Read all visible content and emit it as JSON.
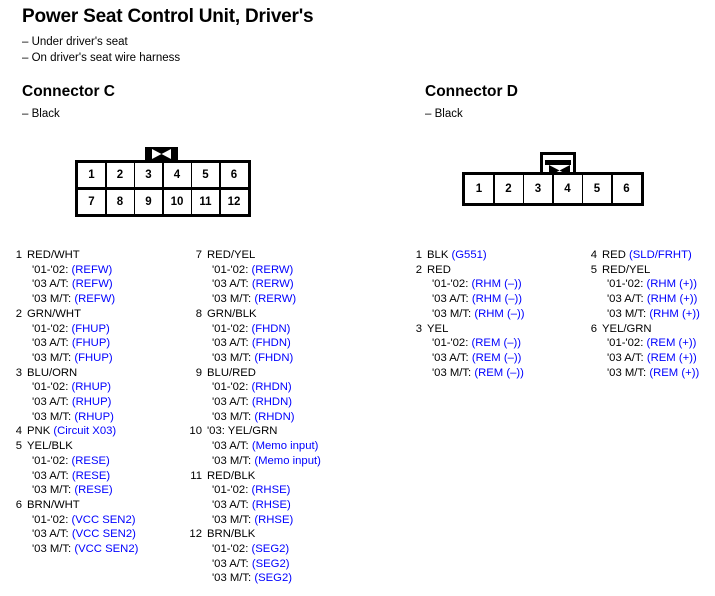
{
  "header": {
    "title": "Power Seat Control Unit, Driver's",
    "notes": [
      "– Under driver's seat",
      "– On driver's seat wire harness"
    ]
  },
  "accent_color": "#0000ff",
  "connectors": [
    {
      "id": "C",
      "heading": "Connector C",
      "color_note": "– Black",
      "layout": "2x6",
      "rows": [
        [
          "1",
          "2",
          "3",
          "4",
          "5",
          "6"
        ],
        [
          "7",
          "8",
          "9",
          "10",
          "11",
          "12"
        ]
      ],
      "tab_icon": "bowtie-latch-icon"
    },
    {
      "id": "D",
      "heading": "Connector D",
      "color_note": "– Black",
      "layout": "1x6",
      "rows": [
        [
          "1",
          "2",
          "3",
          "4",
          "5",
          "6"
        ]
      ],
      "tab_icon": "bowtie-latch-icon"
    }
  ],
  "pin_columns": [
    {
      "column": 1,
      "entries": [
        {
          "num": "1",
          "wire": "RED/WHT",
          "variants": [
            {
              "model": "'01-'02:",
              "circuit": "(REFW)"
            },
            {
              "model": "'03 A/T:",
              "circuit": "(REFW)"
            },
            {
              "model": "'03 M/T:",
              "circuit": "(REFW)"
            }
          ]
        },
        {
          "num": "2",
          "wire": "GRN/WHT",
          "variants": [
            {
              "model": "'01-'02:",
              "circuit": "(FHUP)"
            },
            {
              "model": "'03 A/T:",
              "circuit": "(FHUP)"
            },
            {
              "model": "'03 M/T:",
              "circuit": "(FHUP)"
            }
          ]
        },
        {
          "num": "3",
          "wire": "BLU/ORN",
          "variants": [
            {
              "model": "'01-'02:",
              "circuit": "(RHUP)"
            },
            {
              "model": "'03 A/T:",
              "circuit": "(RHUP)"
            },
            {
              "model": "'03 M/T:",
              "circuit": "(RHUP)"
            }
          ]
        },
        {
          "num": "4",
          "wire": "PNK",
          "inline_circuit": "(Circuit X03)",
          "variants": []
        },
        {
          "num": "5",
          "wire": "YEL/BLK",
          "variants": [
            {
              "model": "'01-'02:",
              "circuit": "(RESE)"
            },
            {
              "model": "'03 A/T:",
              "circuit": "(RESE)"
            },
            {
              "model": "'03 M/T:",
              "circuit": "(RESE)"
            }
          ]
        },
        {
          "num": "6",
          "wire": "BRN/WHT",
          "variants": [
            {
              "model": "'01-'02:",
              "circuit": "(VCC SEN2)"
            },
            {
              "model": "'03 A/T:",
              "circuit": "(VCC SEN2)"
            },
            {
              "model": "'03 M/T:",
              "circuit": "(VCC SEN2)"
            }
          ]
        }
      ]
    },
    {
      "column": 2,
      "entries": [
        {
          "num": "7",
          "wire": "RED/YEL",
          "variants": [
            {
              "model": "'01-'02:",
              "circuit": "(RERW)"
            },
            {
              "model": "'03 A/T:",
              "circuit": "(RERW)"
            },
            {
              "model": "'03 M/T:",
              "circuit": "(RERW)"
            }
          ]
        },
        {
          "num": "8",
          "wire": "GRN/BLK",
          "variants": [
            {
              "model": "'01-'02:",
              "circuit": "(FHDN)"
            },
            {
              "model": "'03 A/T:",
              "circuit": "(FHDN)"
            },
            {
              "model": "'03 M/T:",
              "circuit": "(FHDN)"
            }
          ]
        },
        {
          "num": "9",
          "wire": "BLU/RED",
          "variants": [
            {
              "model": "'01-'02:",
              "circuit": "(RHDN)"
            },
            {
              "model": "'03 A/T:",
              "circuit": "(RHDN)"
            },
            {
              "model": "'03 M/T:",
              "circuit": "(RHDN)"
            }
          ]
        },
        {
          "num": "10",
          "wire": "'03: YEL/GRN",
          "variants": [
            {
              "model": "'03 A/T:",
              "circuit": "(Memo input)"
            },
            {
              "model": "'03 M/T:",
              "circuit": "(Memo input)"
            }
          ]
        },
        {
          "num": "11",
          "wire": "RED/BLK",
          "variants": [
            {
              "model": "'01-'02:",
              "circuit": "(RHSE)"
            },
            {
              "model": "'03 A/T:",
              "circuit": "(RHSE)"
            },
            {
              "model": "'03 M/T:",
              "circuit": "(RHSE)"
            }
          ]
        },
        {
          "num": "12",
          "wire": "BRN/BLK",
          "variants": [
            {
              "model": "'01-'02:",
              "circuit": "(SEG2)"
            },
            {
              "model": "'03 A/T:",
              "circuit": "(SEG2)"
            },
            {
              "model": "'03 M/T:",
              "circuit": "(SEG2)"
            }
          ]
        }
      ]
    },
    {
      "column": 3,
      "entries": [
        {
          "num": "1",
          "wire": "BLK",
          "inline_circuit": "(G551)",
          "variants": []
        },
        {
          "num": "2",
          "wire": "RED",
          "variants": [
            {
              "model": "'01-'02:",
              "circuit": "(RHM (–))"
            },
            {
              "model": "'03 A/T:",
              "circuit": "(RHM (–))"
            },
            {
              "model": "'03 M/T:",
              "circuit": "(RHM (–))"
            }
          ]
        },
        {
          "num": "3",
          "wire": "YEL",
          "variants": [
            {
              "model": "'01-'02:",
              "circuit": "(REM (–))"
            },
            {
              "model": "'03 A/T:",
              "circuit": "(REM (–))"
            },
            {
              "model": "'03 M/T:",
              "circuit": "(REM (–))"
            }
          ]
        }
      ]
    },
    {
      "column": 4,
      "entries": [
        {
          "num": "4",
          "wire": "RED",
          "inline_circuit": "(SLD/FRHT)",
          "variants": []
        },
        {
          "num": "5",
          "wire": "RED/YEL",
          "variants": [
            {
              "model": "'01-'02:",
              "circuit": "(RHM (+))"
            },
            {
              "model": "'03 A/T:",
              "circuit": "(RHM (+))"
            },
            {
              "model": "'03 M/T:",
              "circuit": "(RHM (+))"
            }
          ]
        },
        {
          "num": "6",
          "wire": "YEL/GRN",
          "variants": [
            {
              "model": "'01-'02:",
              "circuit": "(REM (+))"
            },
            {
              "model": "'03 A/T:",
              "circuit": "(REM (+))"
            },
            {
              "model": "'03 M/T:",
              "circuit": "(REM (+))"
            }
          ]
        }
      ]
    }
  ]
}
